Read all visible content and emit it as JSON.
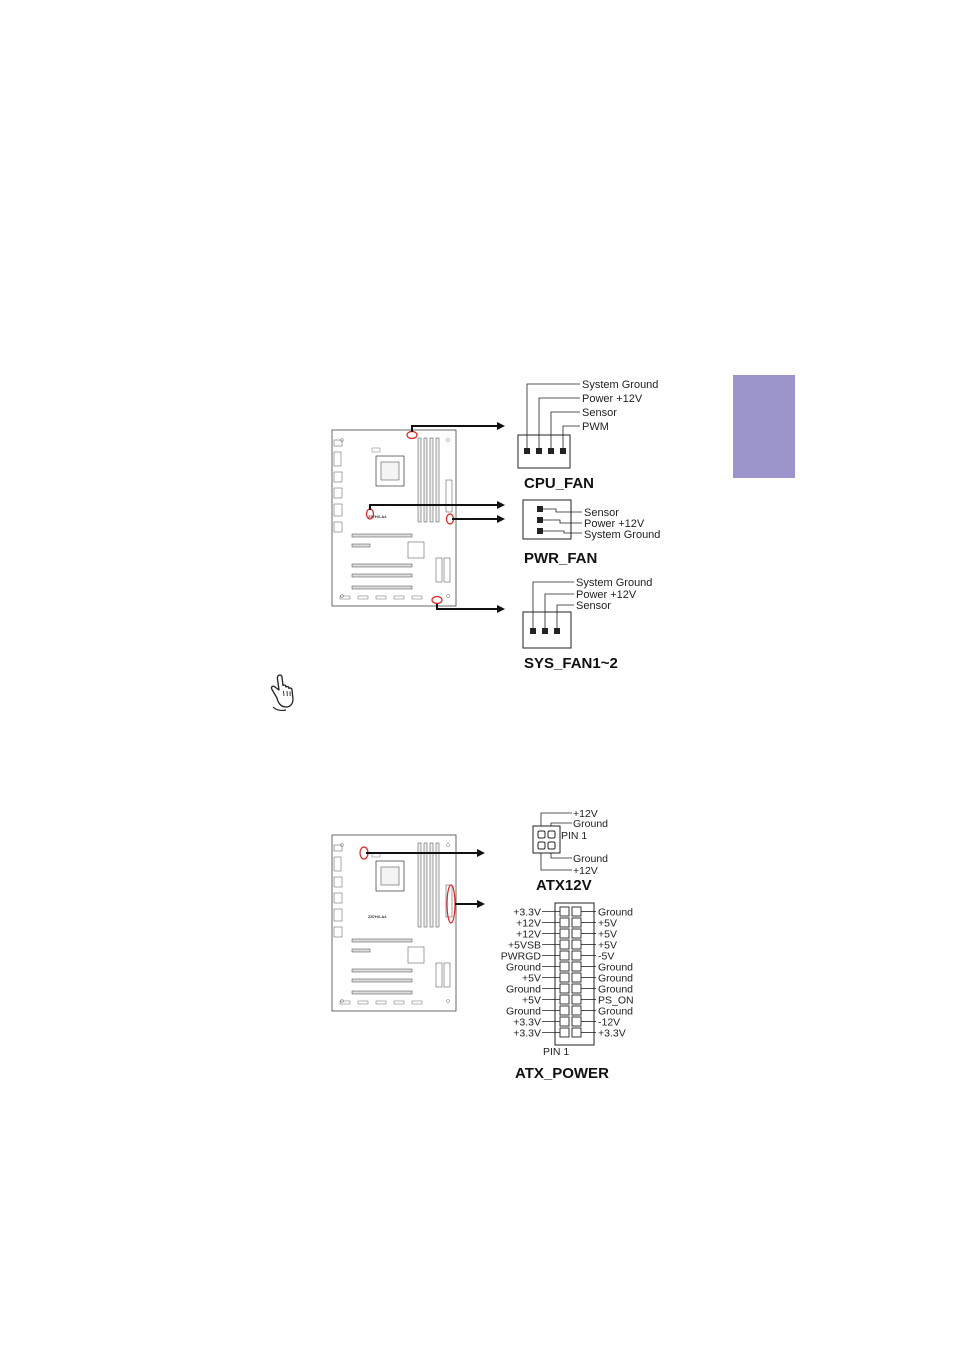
{
  "side_tab": {
    "color": "#9b95cc"
  },
  "fan_figure": {
    "board_label": "Z87H3-A4",
    "cpu_fan": {
      "title": "CPU_FAN",
      "pins": [
        "System Ground",
        "Power +12V",
        "Sensor",
        "PWM"
      ]
    },
    "pwr_fan": {
      "title": "PWR_FAN",
      "pins": [
        "Sensor",
        "Power +12V",
        "System Ground"
      ]
    },
    "sys_fan": {
      "title": "SYS_FAN1~2",
      "pins": [
        "System Ground",
        "Power +12V",
        "Sensor"
      ]
    }
  },
  "note_icon": {
    "icon": "pointing-hand-icon"
  },
  "power_figure": {
    "board_label": "Z87H3-A4",
    "atx12v": {
      "title": "ATX12V",
      "pin1_label": "PIN 1",
      "top_pins": [
        "+12V",
        "Ground"
      ],
      "bottom_pins": [
        "Ground",
        "+12V"
      ]
    },
    "atx_power": {
      "title": "ATX_POWER",
      "pin1_label": "PIN 1",
      "left_pins": [
        "+3.3V",
        "+12V",
        "+12V",
        "+5VSB",
        "PWRGD",
        "Ground",
        "+5V",
        "Ground",
        "+5V",
        "Ground",
        "+3.3V",
        "+3.3V"
      ],
      "right_pins": [
        "Ground",
        "+5V",
        "+5V",
        "+5V",
        "-5V",
        "Ground",
        "Ground",
        "Ground",
        "PS_ON",
        "Ground",
        "-12V",
        "+3.3V"
      ]
    }
  }
}
